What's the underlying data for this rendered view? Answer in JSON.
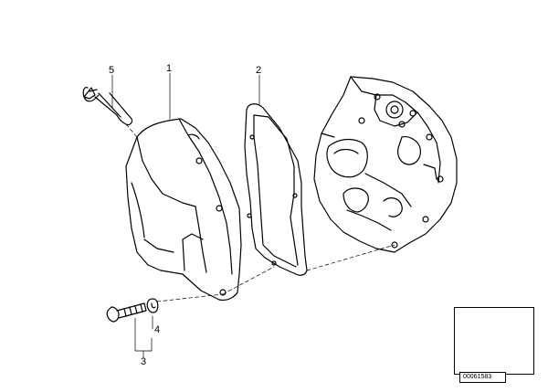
{
  "diagram": {
    "labels": {
      "cover": "1",
      "gasket": "2",
      "screw_set": "3",
      "washer": "4",
      "sleeve": "5"
    },
    "reference_number": "00061583"
  }
}
